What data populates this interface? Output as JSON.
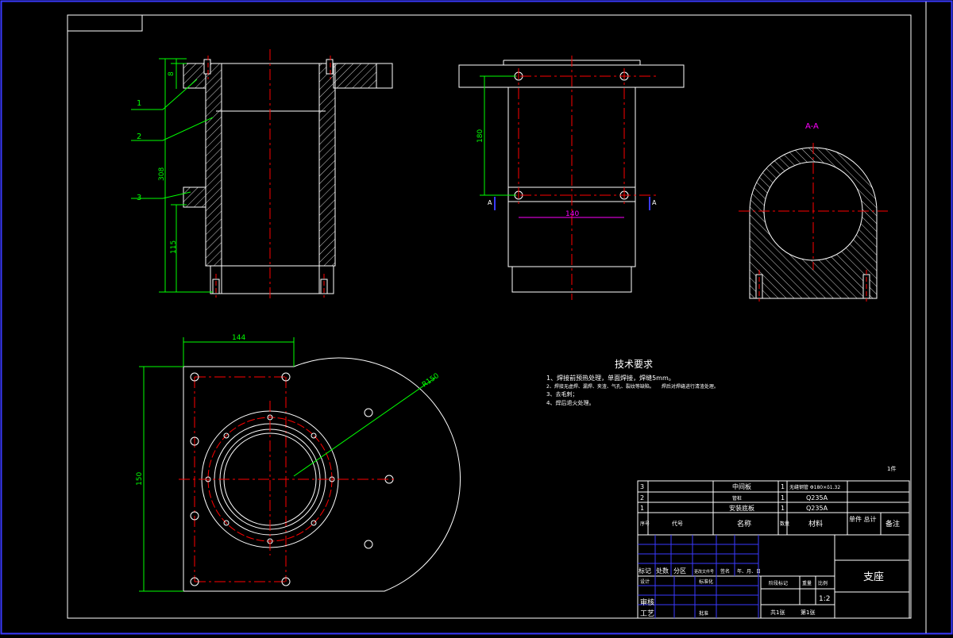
{
  "colors": {
    "background": "#000000",
    "outline": "#ffffff",
    "centerline": "#ff0000",
    "dimension": "#00ff00",
    "hatch": "#ffffff",
    "section_label": "#ff00ff",
    "title_block_line": "#0000ff"
  },
  "views": {
    "front_section": {
      "leaders": [
        "1",
        "2",
        "3"
      ],
      "dims": {
        "top": "8",
        "height": "308",
        "lower": "115"
      }
    },
    "side_view": {
      "dims": {
        "vertical": "180",
        "horizontal": "140"
      },
      "section_mark_left": "A",
      "section_mark_right": "A"
    },
    "section_aa": {
      "label": "A-A"
    },
    "plan_view": {
      "dims": {
        "width": "144",
        "height": "150",
        "radius": "R150"
      }
    }
  },
  "tech_requirements": {
    "title": "技术要求",
    "items": [
      "1、焊接前预热处理，单面焊接，焊缝5mm。",
      "2、焊接无虚焊、漏焊、夹渣、气孔、裂纹等缺陷。　　焊后对焊缝进行清渣处理。",
      "3、去毛刺；",
      "4、焊后退火处理。"
    ]
  },
  "parts_list": {
    "note": "1件",
    "rows": [
      {
        "no": "3",
        "name": "中间板",
        "qty": "1",
        "material": "无缝钢管 Φ180×δ1.32"
      },
      {
        "no": "2",
        "name": "管桩",
        "qty": "1",
        "material": "Q235A"
      },
      {
        "no": "1",
        "name": "安装底板",
        "qty": "1",
        "material": "Q235A"
      }
    ],
    "header": {
      "no": "序号",
      "code": "代号",
      "name": "名称",
      "qty": "数量",
      "material": "材料",
      "unit_total": "单件 总计",
      "remark": "备注"
    }
  },
  "title_block": {
    "part_name": "支座",
    "scale_label": "比例",
    "scale": "1:2",
    "revision_row": [
      "标记",
      "处数",
      "分区",
      "更改文件号",
      "签名",
      "年、月、日"
    ],
    "design": "设计",
    "standardize": "标准化",
    "stage_label": "阶段标记",
    "weight_label": "重量",
    "review": "审核",
    "process": "工艺",
    "approve": "批准",
    "sheet_total": "共1张",
    "sheet_no": "第1张"
  }
}
